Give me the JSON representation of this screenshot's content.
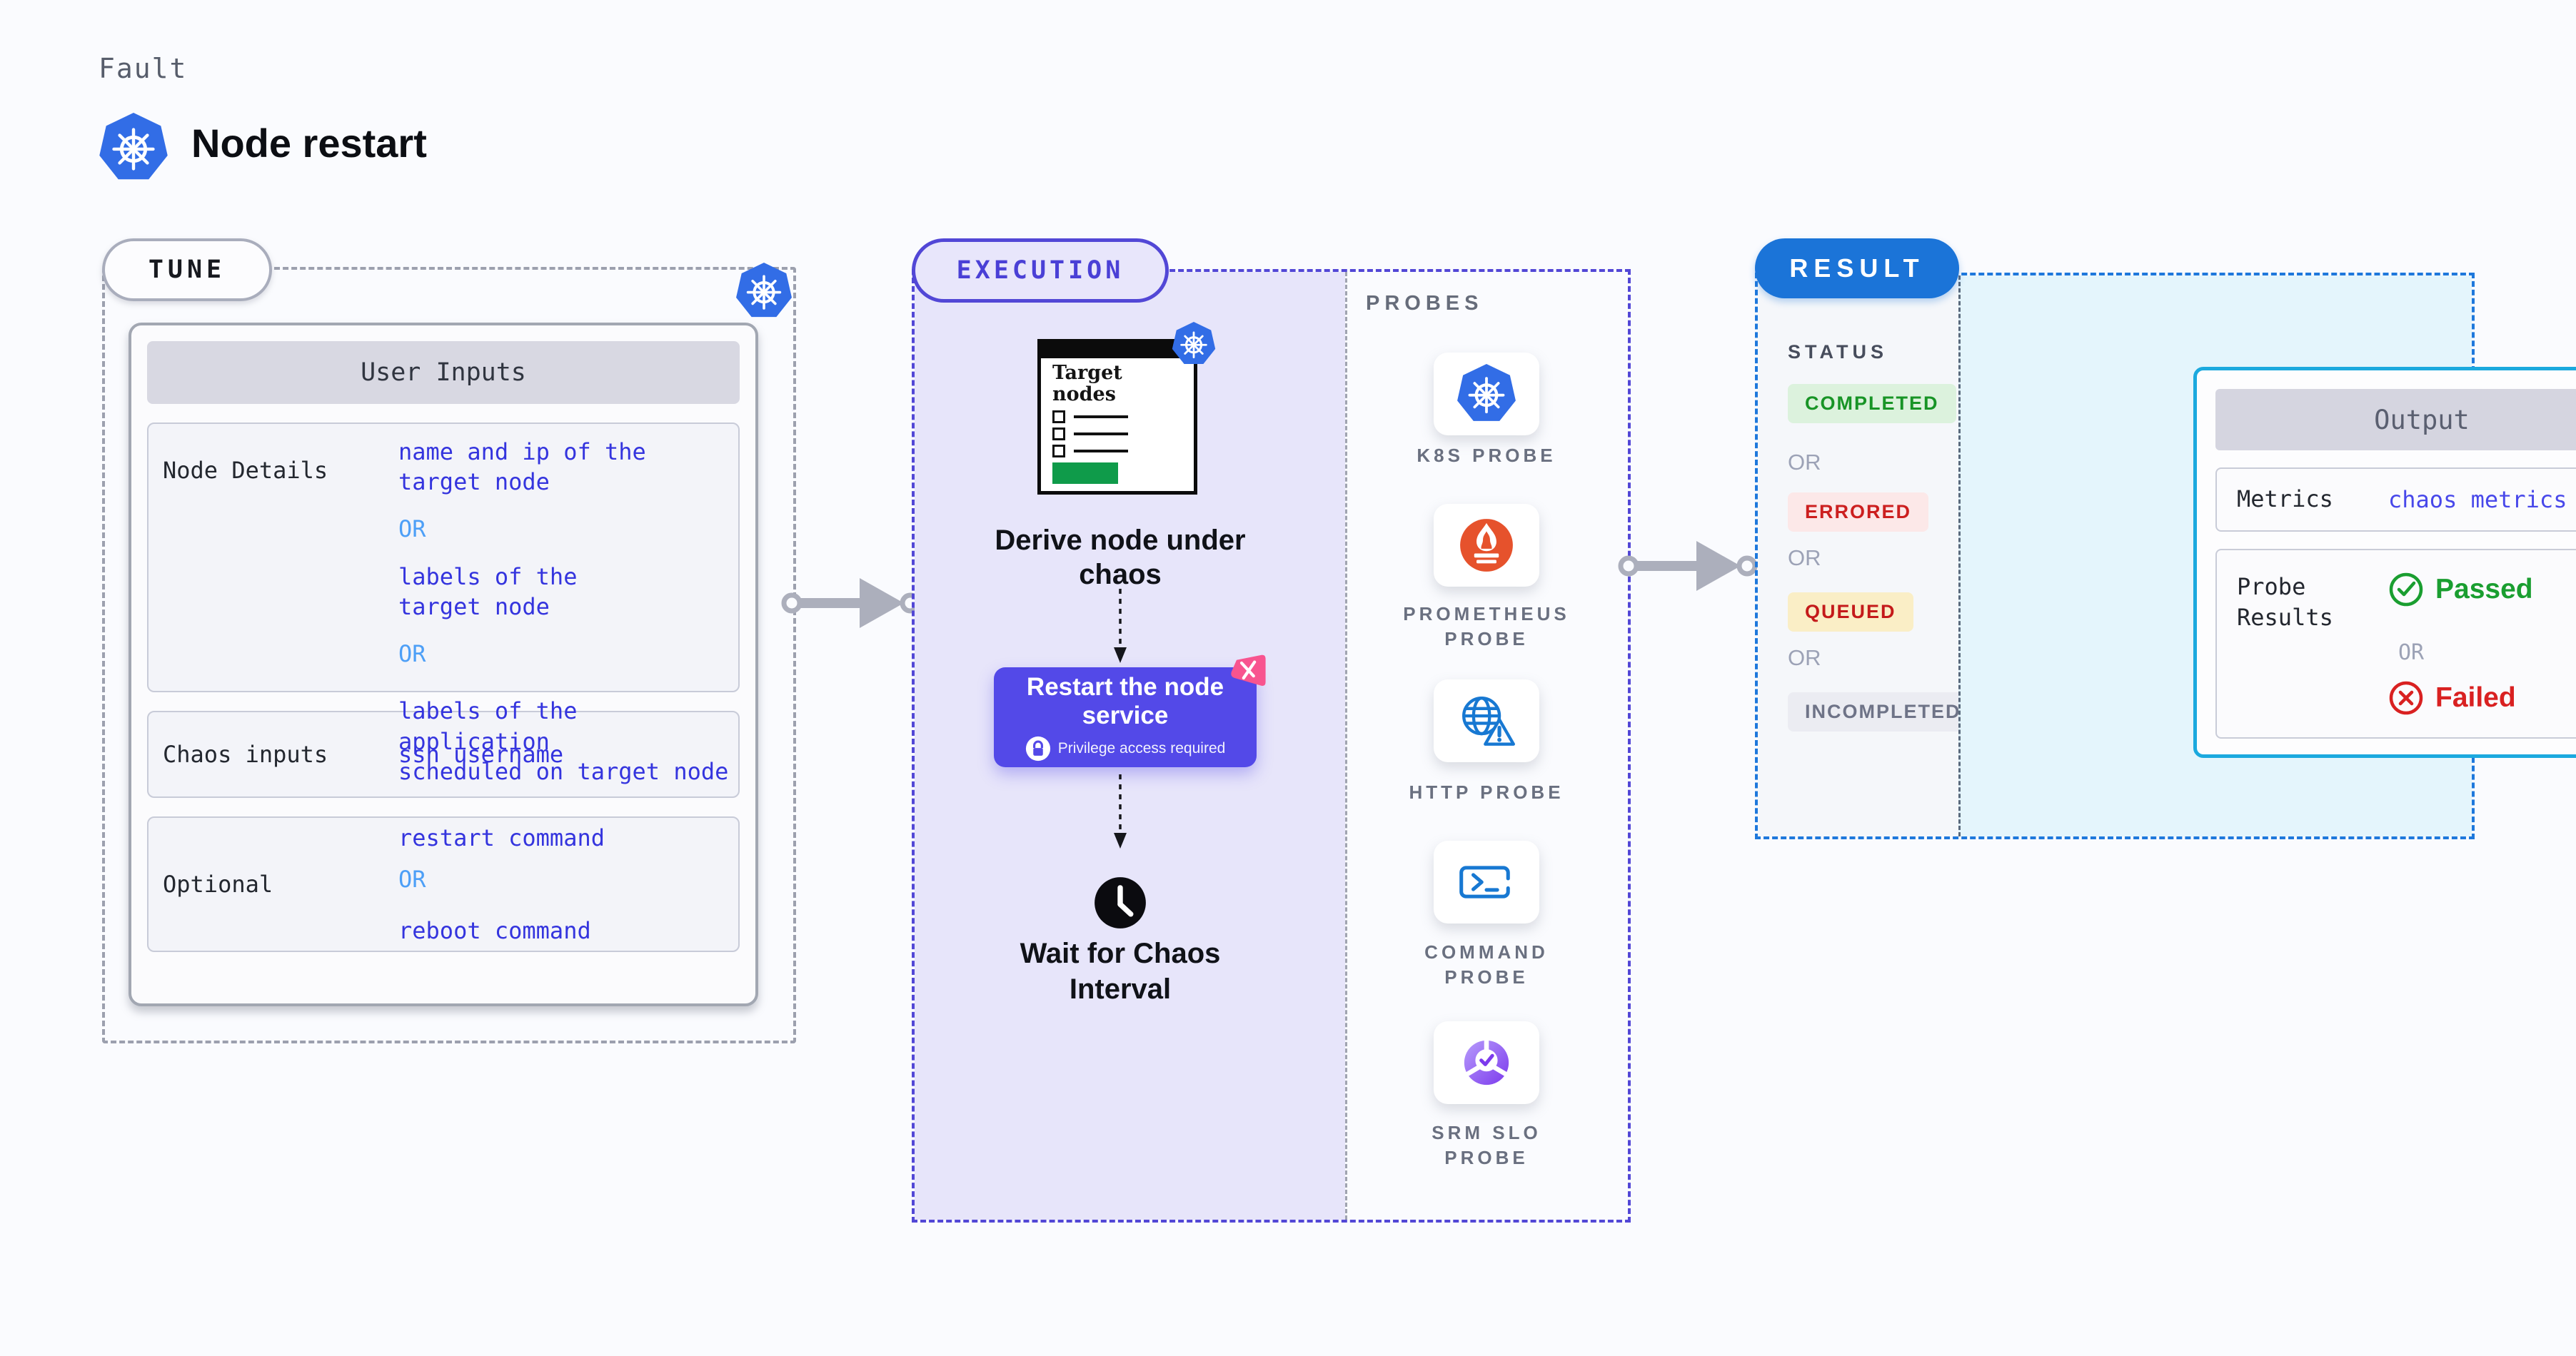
{
  "header": {
    "eyebrow": "Fault",
    "title": "Node restart"
  },
  "tune": {
    "badge": "TUNE",
    "card_header": "User Inputs",
    "rows": [
      {
        "label": "Node Details",
        "segments": [
          {
            "kind": "value",
            "text": "name and ip of the\ntarget node"
          },
          {
            "kind": "or",
            "text": "OR"
          },
          {
            "kind": "value",
            "text": "labels of the\ntarget node"
          },
          {
            "kind": "or",
            "text": "OR"
          },
          {
            "kind": "value",
            "text": "labels of the application\n scheduled on target node"
          }
        ]
      },
      {
        "label": "Chaos inputs",
        "segments": [
          {
            "kind": "value",
            "text": "ssh username"
          }
        ]
      },
      {
        "label": "Optional",
        "segments": [
          {
            "kind": "value",
            "text": "restart command"
          },
          {
            "kind": "or",
            "text": "OR"
          },
          {
            "kind": "value",
            "text": "reboot command"
          }
        ]
      }
    ]
  },
  "execution": {
    "badge": "EXECUTION",
    "illustration": {
      "title": "Target\nnodes"
    },
    "steps": {
      "derive": "Derive node under\nchaos",
      "restart": {
        "title": "Restart the node\nservice",
        "note": "Privilege access required"
      },
      "wait": "Wait for Chaos\nInterval"
    },
    "probes": {
      "label": "PROBES",
      "items": [
        {
          "label": "K8S PROBE",
          "icon": "kubernetes-icon"
        },
        {
          "label": "PROMETHEUS\nPROBE",
          "icon": "prometheus-icon"
        },
        {
          "label": "HTTP PROBE",
          "icon": "http-globe-icon"
        },
        {
          "label": "COMMAND\nPROBE",
          "icon": "command-terminal-icon"
        },
        {
          "label": "SRM SLO\nPROBE",
          "icon": "srm-slo-icon"
        }
      ]
    }
  },
  "result": {
    "badge": "RESULT",
    "status": {
      "label": "STATUS",
      "items": [
        {
          "kind": "badge",
          "style": "completed",
          "text": "COMPLETED"
        },
        {
          "kind": "or",
          "text": "OR"
        },
        {
          "kind": "badge",
          "style": "errored",
          "text": "ERRORED"
        },
        {
          "kind": "or",
          "text": "OR"
        },
        {
          "kind": "badge",
          "style": "queued",
          "text": "QUEUED"
        },
        {
          "kind": "or",
          "text": "OR"
        },
        {
          "kind": "badge",
          "style": "incompleted",
          "text": "INCOMPLETED"
        }
      ]
    },
    "output": {
      "header": "Output",
      "metrics_label": "Metrics",
      "metrics_value": "chaos metrics",
      "probe_results_label": "Probe\nResults",
      "passed": "Passed",
      "or": "OR",
      "failed": "Failed"
    }
  },
  "colors": {
    "kubernetes_blue": "#326DE6",
    "execution_indigo": "#5247D6",
    "execution_panel_lavender": "#E7E5FA",
    "action_purple": "#5349E8",
    "chaos_pink": "#F8548F",
    "result_blue": "#1B74D8",
    "result_panel_cyan": "#E4F5FC",
    "output_border_cyan": "#1BA9DE",
    "value_blue": "#3434DE",
    "or_light_blue": "#4D9FF7",
    "passed_green": "#189426",
    "failed_red": "#CC1F1F",
    "completed_bg": "#DCF2DD",
    "errored_bg": "#FCE8E8",
    "queued_bg": "#FAEEC6",
    "incompleted_bg": "#EBECF2",
    "prometheus_orange": "#E6522C",
    "http_blue": "#1778D2",
    "arrow_gray": "#ACAFBC"
  }
}
